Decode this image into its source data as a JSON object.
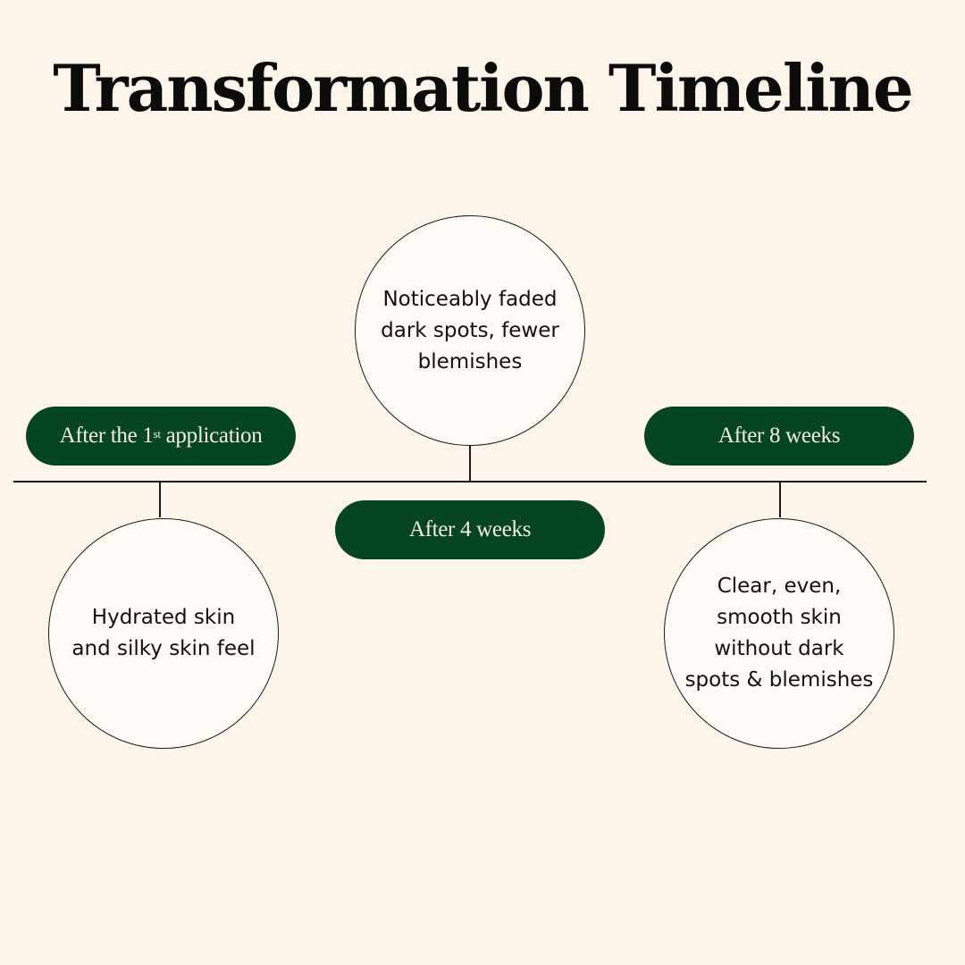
{
  "title": "Transformation Timeline",
  "colors": {
    "background": "#fdf5e9",
    "pill": "#064521",
    "pill_text": "#f6efe0",
    "line": "#1a1a1a"
  },
  "milestones": [
    {
      "label_prefix": "After the 1",
      "label_superscript": "st",
      "label_suffix": " application",
      "description": "Hydrated skin\nand silky skin feel"
    },
    {
      "label": "After 4 weeks",
      "description": "Noticeably faded\ndark spots, fewer\nblemishes"
    },
    {
      "label": "After 8 weeks",
      "description": "Clear, even,\nsmooth skin\nwithout dark\nspots & blemishes"
    }
  ]
}
